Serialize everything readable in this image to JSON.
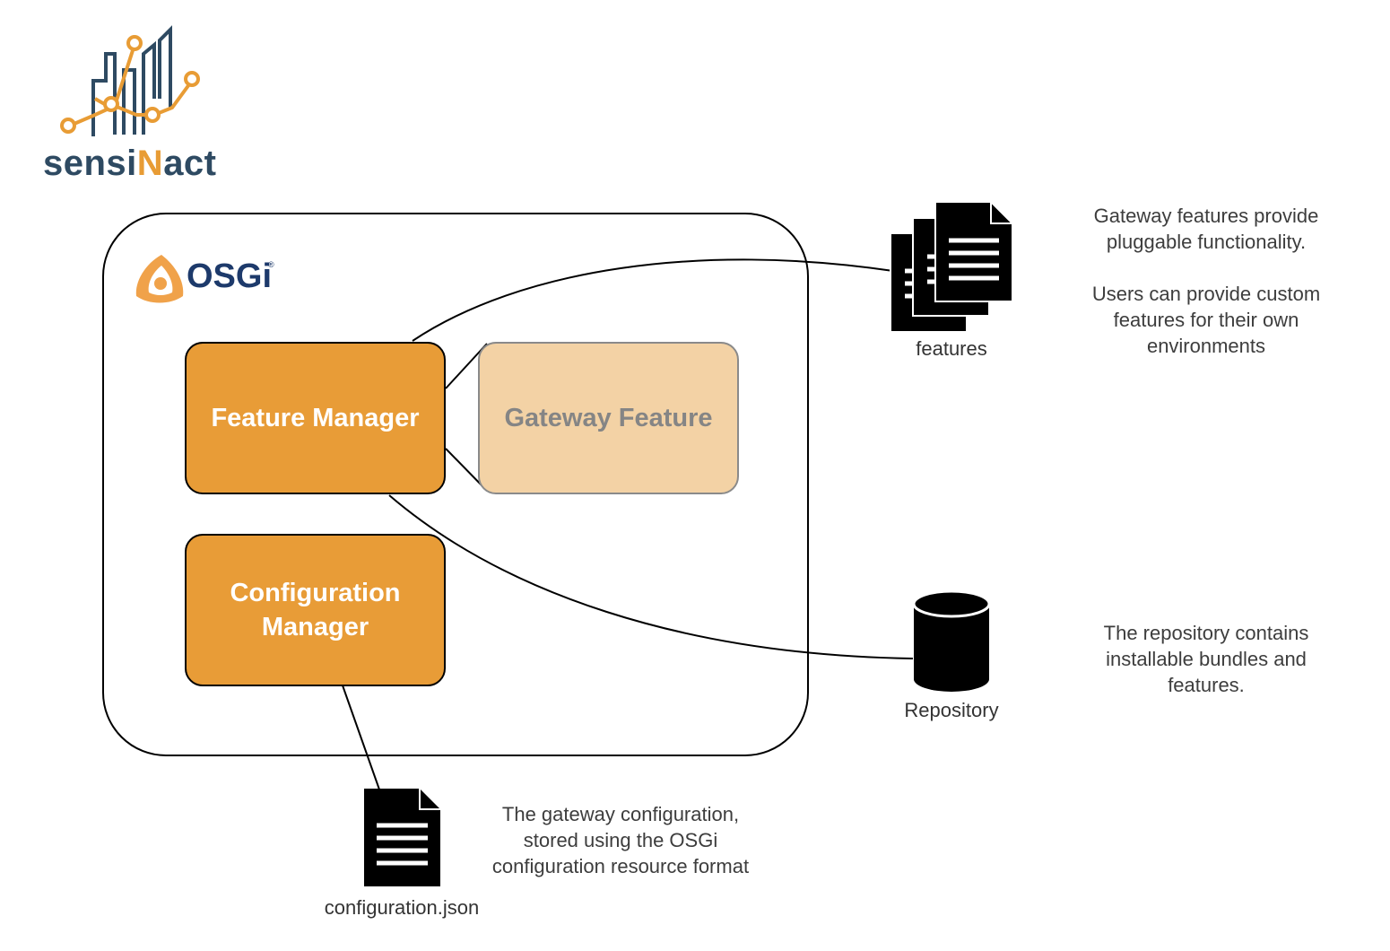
{
  "brand": {
    "prefix": "sensi",
    "accent": "N",
    "suffix": "act"
  },
  "osgi": {
    "word": "OSGi",
    "reg": "®"
  },
  "boxes": {
    "feature_manager": "Feature Manager",
    "gateway_feature": "Gateway Feature",
    "configuration_manager_line1": "Configuration",
    "configuration_manager_line2": "Manager"
  },
  "labels": {
    "features": "features",
    "repository": "Repository",
    "configuration_json": "configuration.json"
  },
  "notes": {
    "features_line1": "Gateway features provide",
    "features_line2": "pluggable functionality.",
    "features_line3": "Users can provide custom",
    "features_line4": "features for their own",
    "features_line5": "environments",
    "repository_line1": "The repository contains",
    "repository_line2": "installable bundles and",
    "repository_line3": "features.",
    "config_line1": "The gateway configuration,",
    "config_line2": "stored using the OSGi",
    "config_line3": "configuration resource format"
  },
  "colors": {
    "manager_fill": "#e89c37",
    "feature_fill": "#f3d2a5",
    "brand_navy": "#2e4a62",
    "brand_orange": "#e89c35",
    "osgi_navy": "#1d3a6b"
  }
}
